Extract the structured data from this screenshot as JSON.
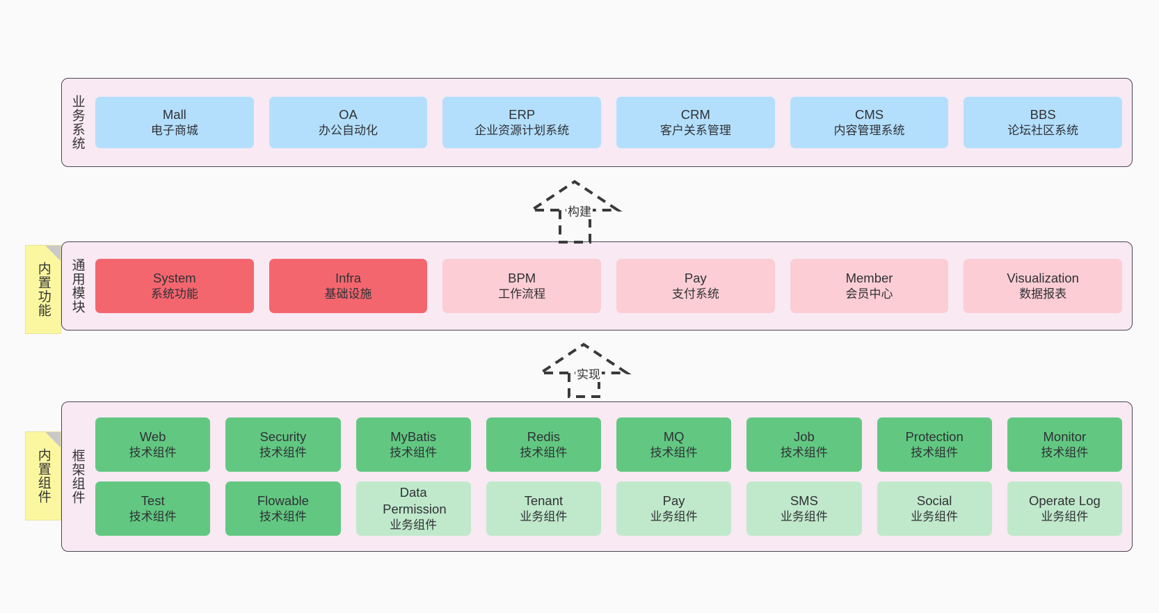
{
  "canvas": {
    "background": "#fafafa"
  },
  "palette": {
    "band_fill": "#f8e9f3",
    "band_stroke": "#4a4453",
    "business_card": "#b3dffc",
    "module_core": "#f4666e",
    "module_plain": "#fccdd4",
    "component_tech": "#62c881",
    "component_biz": "#c0e9cb",
    "note_fill": "#fbf7a0"
  },
  "layers": [
    {
      "id": "business",
      "title": "业务系统",
      "note": null,
      "rows": [
        {
          "cards": [
            {
              "name": "Mall",
              "sub": "电子商城",
              "style": "c-blue"
            },
            {
              "name": "OA",
              "sub": "办公自动化",
              "style": "c-blue"
            },
            {
              "name": "ERP",
              "sub": "企业资源计划系统",
              "style": "c-blue"
            },
            {
              "name": "CRM",
              "sub": "客户关系管理",
              "style": "c-blue"
            },
            {
              "name": "CMS",
              "sub": "内容管理系统",
              "style": "c-blue"
            },
            {
              "name": "BBS",
              "sub": "论坛社区系统",
              "style": "c-blue"
            }
          ]
        }
      ]
    },
    {
      "id": "module",
      "title": "通用模块",
      "note": "内置功能",
      "rows": [
        {
          "cards": [
            {
              "name": "System",
              "sub": "系统功能",
              "style": "c-red"
            },
            {
              "name": "Infra",
              "sub": "基础设施",
              "style": "c-red"
            },
            {
              "name": "BPM",
              "sub": "工作流程",
              "style": "c-pink"
            },
            {
              "name": "Pay",
              "sub": "支付系统",
              "style": "c-pink"
            },
            {
              "name": "Member",
              "sub": "会员中心",
              "style": "c-pink"
            },
            {
              "name": "Visualization",
              "sub": "数据报表",
              "style": "c-pink"
            }
          ]
        }
      ]
    },
    {
      "id": "framework",
      "title": "框架组件",
      "note": "内置组件",
      "rows": [
        {
          "cards": [
            {
              "name": "Web",
              "sub": "技术组件",
              "style": "c-green"
            },
            {
              "name": "Security",
              "sub": "技术组件",
              "style": "c-green"
            },
            {
              "name": "MyBatis",
              "sub": "技术组件",
              "style": "c-green"
            },
            {
              "name": "Redis",
              "sub": "技术组件",
              "style": "c-green"
            },
            {
              "name": "MQ",
              "sub": "技术组件",
              "style": "c-green"
            },
            {
              "name": "Job",
              "sub": "技术组件",
              "style": "c-green"
            },
            {
              "name": "Protection",
              "sub": "技术组件",
              "style": "c-green"
            },
            {
              "name": "Monitor",
              "sub": "技术组件",
              "style": "c-green"
            }
          ]
        },
        {
          "cards": [
            {
              "name": "Test",
              "sub": "技术组件",
              "style": "c-green"
            },
            {
              "name": "Flowable",
              "sub": "技术组件",
              "style": "c-green"
            },
            {
              "name": "Data Permission",
              "sub": "业务组件",
              "style": "c-greenlight"
            },
            {
              "name": "Tenant",
              "sub": "业务组件",
              "style": "c-greenlight"
            },
            {
              "name": "Pay",
              "sub": "业务组件",
              "style": "c-greenlight"
            },
            {
              "name": "SMS",
              "sub": "业务组件",
              "style": "c-greenlight"
            },
            {
              "name": "Social",
              "sub": "业务组件",
              "style": "c-greenlight"
            },
            {
              "name": "Operate Log",
              "sub": "业务组件",
              "style": "c-greenlight"
            }
          ]
        }
      ]
    }
  ],
  "arrows": [
    {
      "id": "build",
      "label": "构建"
    },
    {
      "id": "implement",
      "label": "实现"
    }
  ]
}
